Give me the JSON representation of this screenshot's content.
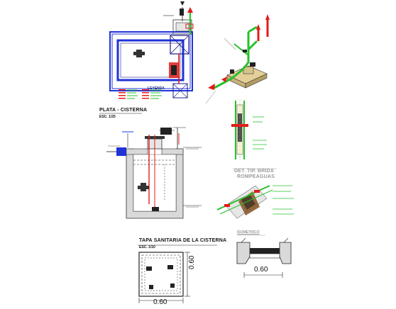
{
  "drawing": {
    "plan_title": "PLATA - CISTERNA",
    "plan_scale": "ESC. 1/25",
    "legend_title": "LEYENDA",
    "lid_title": "TAPA SANITARIA DE LA CISTERNA",
    "lid_scale": "ESC. 1/10",
    "detail_title_1": "DET. TIP. BRIDA",
    "detail_title_2": "ROMPEAGUAS",
    "isometric_title": "ISOMETRICO",
    "dim_width": "0.60",
    "dim_height": "0.60",
    "dim_section": "0.60"
  },
  "colors": {
    "wall_blue": "#2033d8",
    "pipe_red": "#e41b17",
    "pipe_green": "#27c12a",
    "concrete_grey": "#d9d9d9",
    "dark_fill": "#222222",
    "tan": "#e3cf98"
  }
}
